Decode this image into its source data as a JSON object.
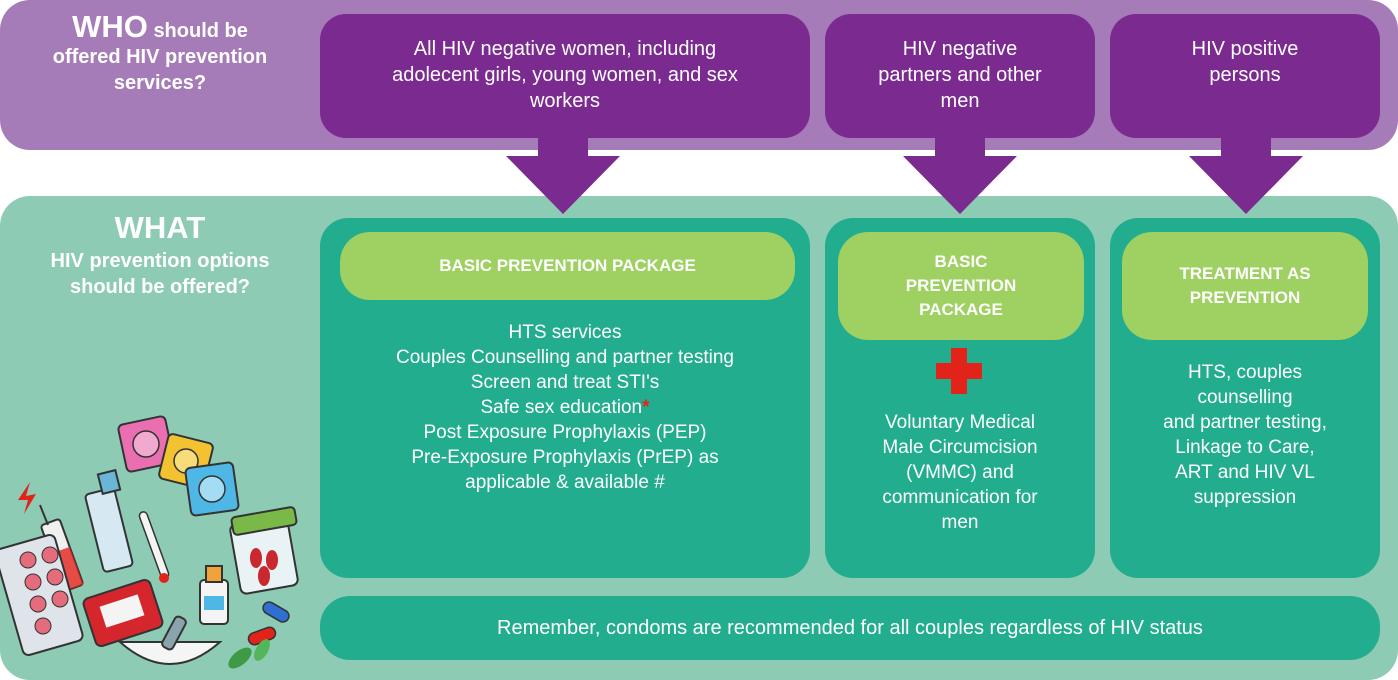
{
  "who": {
    "title_big": "WHO",
    "title_rest_1": "should be",
    "title_rest_2": "offered HIV prevention",
    "title_rest_3": "services?",
    "boxes": [
      {
        "lines": [
          "All HIV negative women, including",
          "adolecent girls, young women, and sex",
          "workers"
        ]
      },
      {
        "lines": [
          "HIV negative",
          "partners and other",
          "men"
        ]
      },
      {
        "lines": [
          "HIV positive",
          "persons"
        ]
      }
    ]
  },
  "what": {
    "title_big": "WHAT",
    "title_sub_1": "HIV prevention options",
    "title_sub_2": "should be offered?"
  },
  "panels": [
    {
      "pill": "BASIC PREVENTION PACKAGE",
      "lines": [
        "HTS services",
        "Couples Counselling and partner testing",
        "Screen and treat STI's",
        "Safe sex education",
        "Post Exposure Prophylaxis (PEP)",
        "Pre-Exposure Prophylaxis (PrEP) as",
        "applicable & available #"
      ],
      "asterisk": "*"
    },
    {
      "pill_lines": [
        "BASIC",
        "PREVENTION",
        "PACKAGE"
      ],
      "lines": [
        "Voluntary Medical",
        "Male Circumcision",
        "(VMMC) and",
        "communication for",
        "men"
      ]
    },
    {
      "pill_lines": [
        "TREATMENT AS",
        "PREVENTION"
      ],
      "lines": [
        "HTS, couples",
        "counselling",
        "and partner testing,",
        "Linkage to Care,",
        "ART and HIV VL",
        "suppression"
      ]
    }
  ],
  "footer": "Remember, condoms are recommended for all couples regardless of HIV status",
  "colors": {
    "who_band": "#a67cb8",
    "who_box": "#7b2a90",
    "what_band": "#8ecbb4",
    "panel": "#23ad8f",
    "pill": "#9ed062",
    "accent_red": "#e2231a"
  }
}
